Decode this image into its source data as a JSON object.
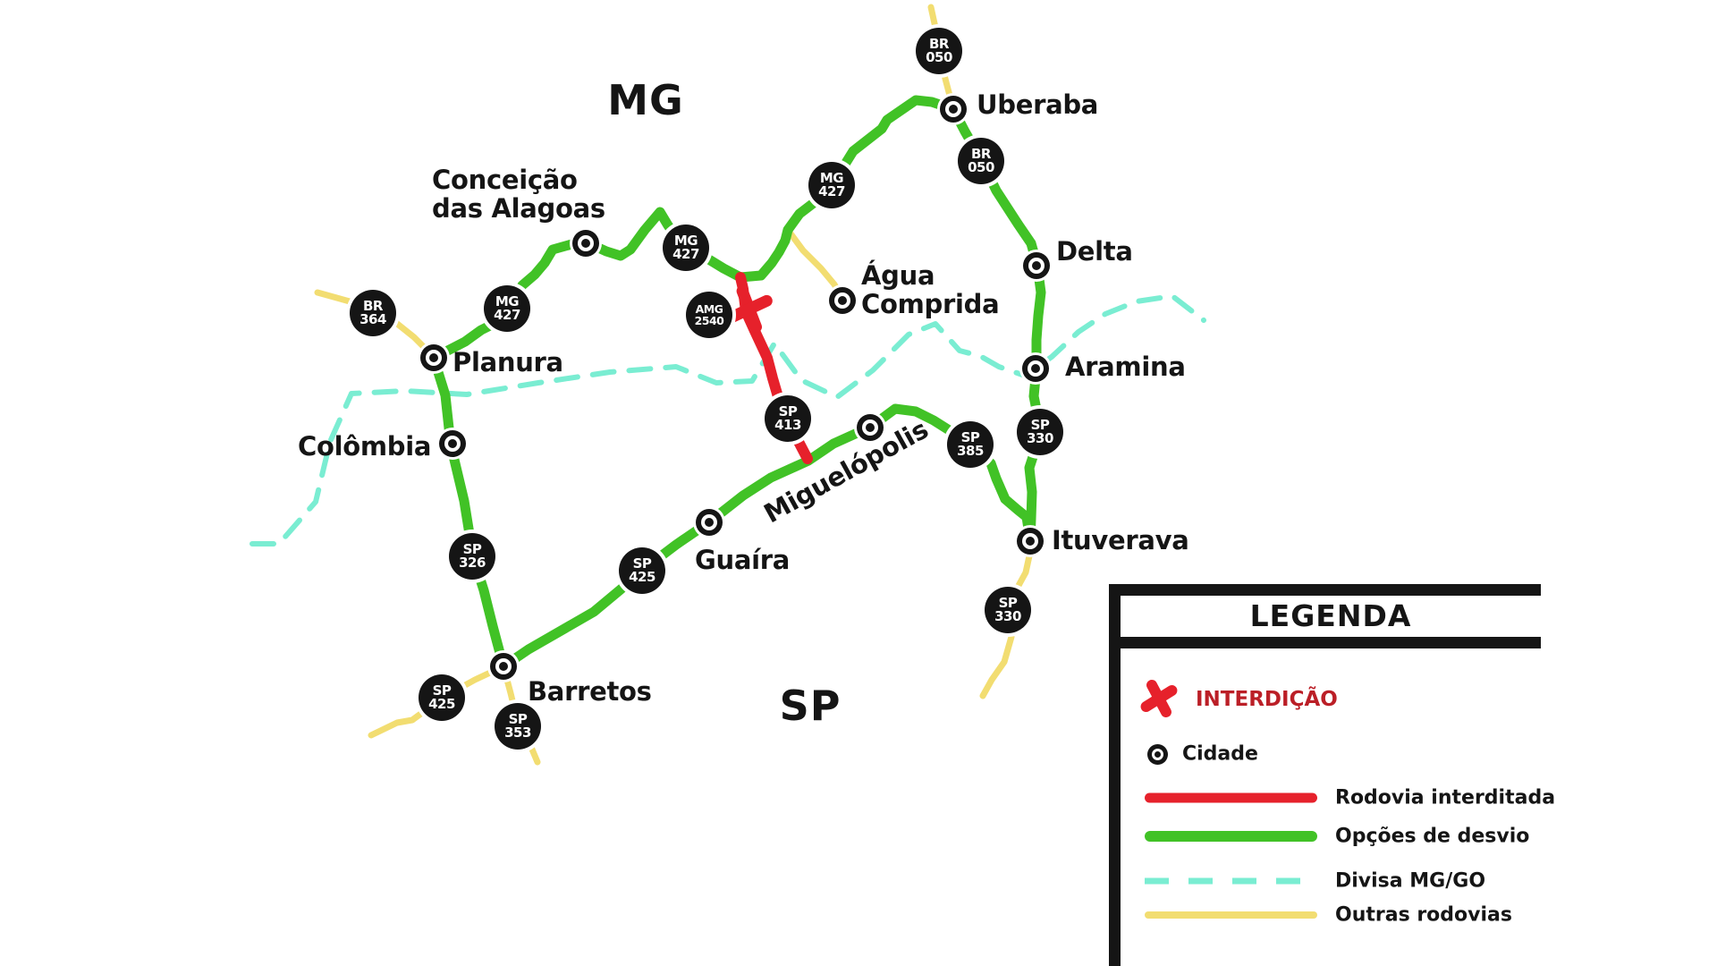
{
  "map": {
    "state_labels": [
      {
        "text": "MG"
      },
      {
        "text": "SP"
      }
    ],
    "cities": [
      {
        "name": "Uberaba"
      },
      {
        "name": "Delta"
      },
      {
        "name": "Aramina"
      },
      {
        "name": "Ituverava"
      },
      {
        "name": "Água",
        "name2": "Comprida"
      },
      {
        "name": "Conceição",
        "name2": "das Alagoas"
      },
      {
        "name": "Planura"
      },
      {
        "name": "Colômbia"
      },
      {
        "name": "Guaíra"
      },
      {
        "name": "Barretos"
      },
      {
        "name": "Miguelópolis"
      }
    ],
    "shields": [
      {
        "line1": "BR",
        "line2": "050"
      },
      {
        "line1": "BR",
        "line2": "050"
      },
      {
        "line1": "MG",
        "line2": "427"
      },
      {
        "line1": "MG",
        "line2": "427"
      },
      {
        "line1": "MG",
        "line2": "427"
      },
      {
        "line1": "BR",
        "line2": "364"
      },
      {
        "line1": "AMG",
        "line2": "2540"
      },
      {
        "line1": "SP",
        "line2": "413"
      },
      {
        "line1": "SP",
        "line2": "385"
      },
      {
        "line1": "SP",
        "line2": "330"
      },
      {
        "line1": "SP",
        "line2": "330"
      },
      {
        "line1": "SP",
        "line2": "326"
      },
      {
        "line1": "SP",
        "line2": "425"
      },
      {
        "line1": "SP",
        "line2": "425"
      },
      {
        "line1": "SP",
        "line2": "353"
      }
    ],
    "colors": {
      "closed_road": "#E6212B",
      "detour_road": "#41C226",
      "state_border": "#7AEDD2",
      "other_roads": "#F2DD71",
      "ink": "#151515"
    }
  },
  "legend": {
    "title": "LEGENDA",
    "interdicao_label": "INTERDIÇÃO",
    "cidade_label": "Cidade",
    "items": [
      {
        "label": "Rodovia interditada"
      },
      {
        "label": "Opções de desvio"
      },
      {
        "label": "Divisa MG/GO"
      },
      {
        "label": "Outras rodovias"
      }
    ]
  }
}
